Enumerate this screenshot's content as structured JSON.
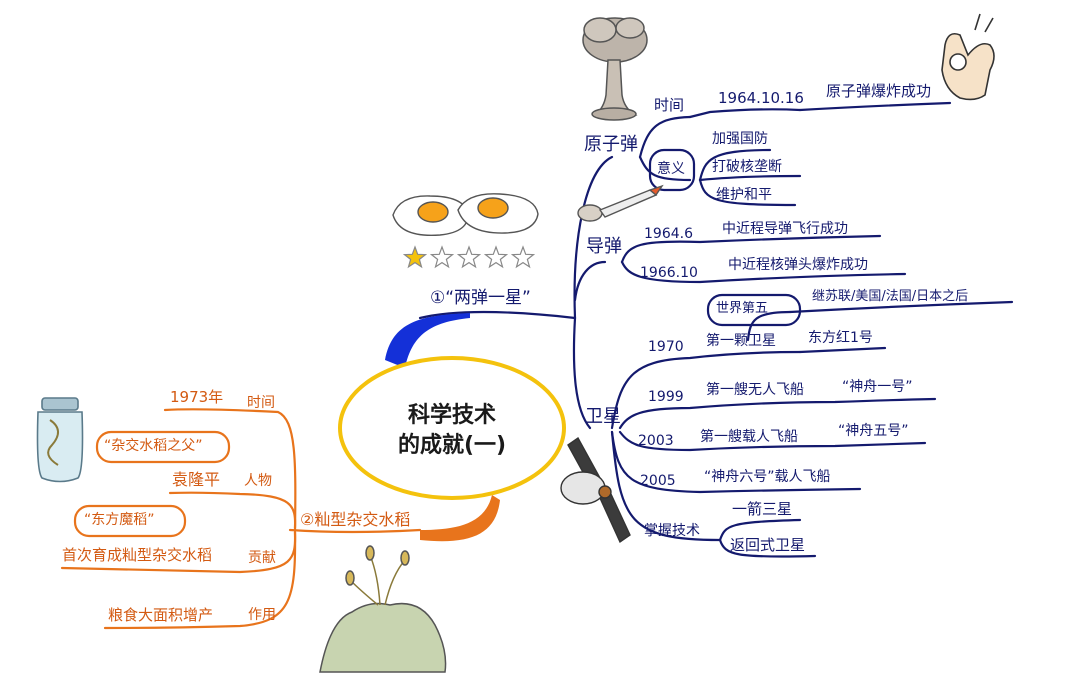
{
  "center": {
    "line1": "科学技术",
    "line2": "的成就(一)"
  },
  "rating": {
    "filled": 1,
    "total": 5
  },
  "branch1": {
    "label": "①“两弹一星”",
    "atomic": {
      "title": "原子弹",
      "time_label": "时间",
      "date": "1964.10.16",
      "event": "原子弹爆炸成功",
      "meaning_label": "意义",
      "meanings": [
        "加强国防",
        "打破核垄断",
        "维护和平"
      ]
    },
    "missile": {
      "title": "导弹",
      "items": [
        {
          "year": "1964.6",
          "text": "中近程导弹飞行成功"
        },
        {
          "year": "1966.10",
          "text": "中近程核弹头爆炸成功"
        }
      ]
    },
    "satellite": {
      "title": "卫星",
      "rank": "世界第五",
      "rank_note": "继苏联/美国/法国/日本之后",
      "items": [
        {
          "year": "1970",
          "text": "第一颗卫星",
          "name": "东方红1号"
        },
        {
          "year": "1999",
          "text": "第一艘无人飞船",
          "name": "“神舟一号”"
        },
        {
          "year": "2003",
          "text": "第一艘载人飞船",
          "name": "“神舟五号”"
        },
        {
          "year": "2005",
          "text": "“神舟六号”载人飞船",
          "name": ""
        }
      ],
      "mastery_label": "掌握技术",
      "mastery": [
        "一箭三星",
        "返回式卫星"
      ]
    }
  },
  "branch2": {
    "label": "②籼型杂交水稻",
    "time_label": "时间",
    "time_value": "1973年",
    "person_label": "人物",
    "person_quote": "“杂交水稻之父”",
    "person_name": "袁隆平",
    "contribution_label": "贡献",
    "contribution_quote": "“东方魔稻”",
    "contribution_text": "首次育成籼型杂交水稻",
    "effect_label": "作用",
    "effect_text": "粮食大面积增产"
  },
  "colors": {
    "blue": "#141a6e",
    "blue_branch": "#1430d8",
    "orange": "#e8741c",
    "center_ring": "#f4c20d"
  }
}
